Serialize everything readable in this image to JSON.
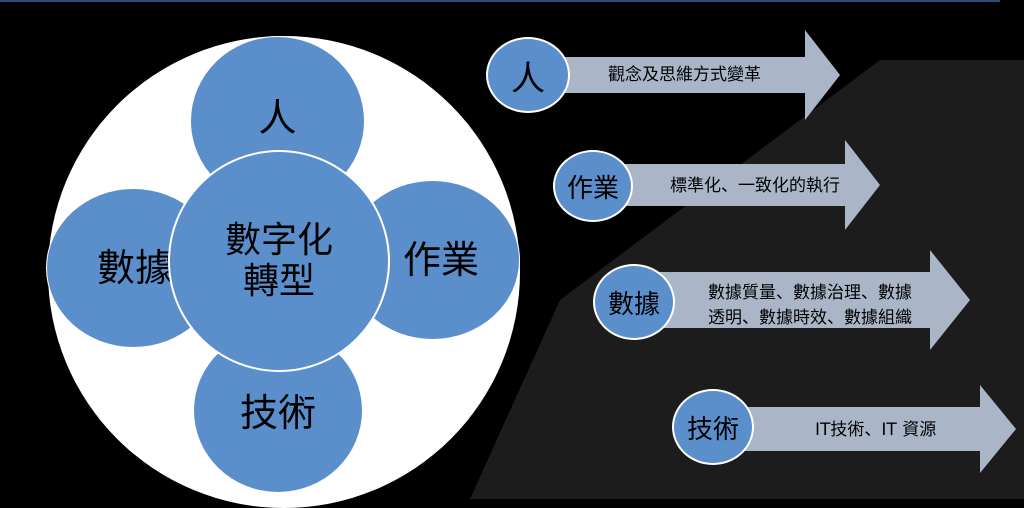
{
  "diagram": {
    "center": {
      "line1": "數字化",
      "line2": "轉型"
    },
    "petals": {
      "top": "人",
      "right": "作業",
      "bottom": "技術",
      "left": "數據"
    }
  },
  "arrows": [
    {
      "tag": "人",
      "text_lines": [
        "觀念及思維方式變革"
      ]
    },
    {
      "tag": "作業",
      "text_lines": [
        "標準化、一致化的執行"
      ]
    },
    {
      "tag": "數據",
      "text_lines": [
        "數據質量、數據治理、數據",
        "透明、數據時效、數據組織"
      ]
    },
    {
      "tag": "技術",
      "text_lines": [
        "IT技術、IT 資源"
      ]
    }
  ],
  "colors": {
    "circle_fill": "#5b8fcb",
    "arrow_fill": "#aab6c8",
    "background": "#000000",
    "backdrop": "#1c1c1c"
  }
}
